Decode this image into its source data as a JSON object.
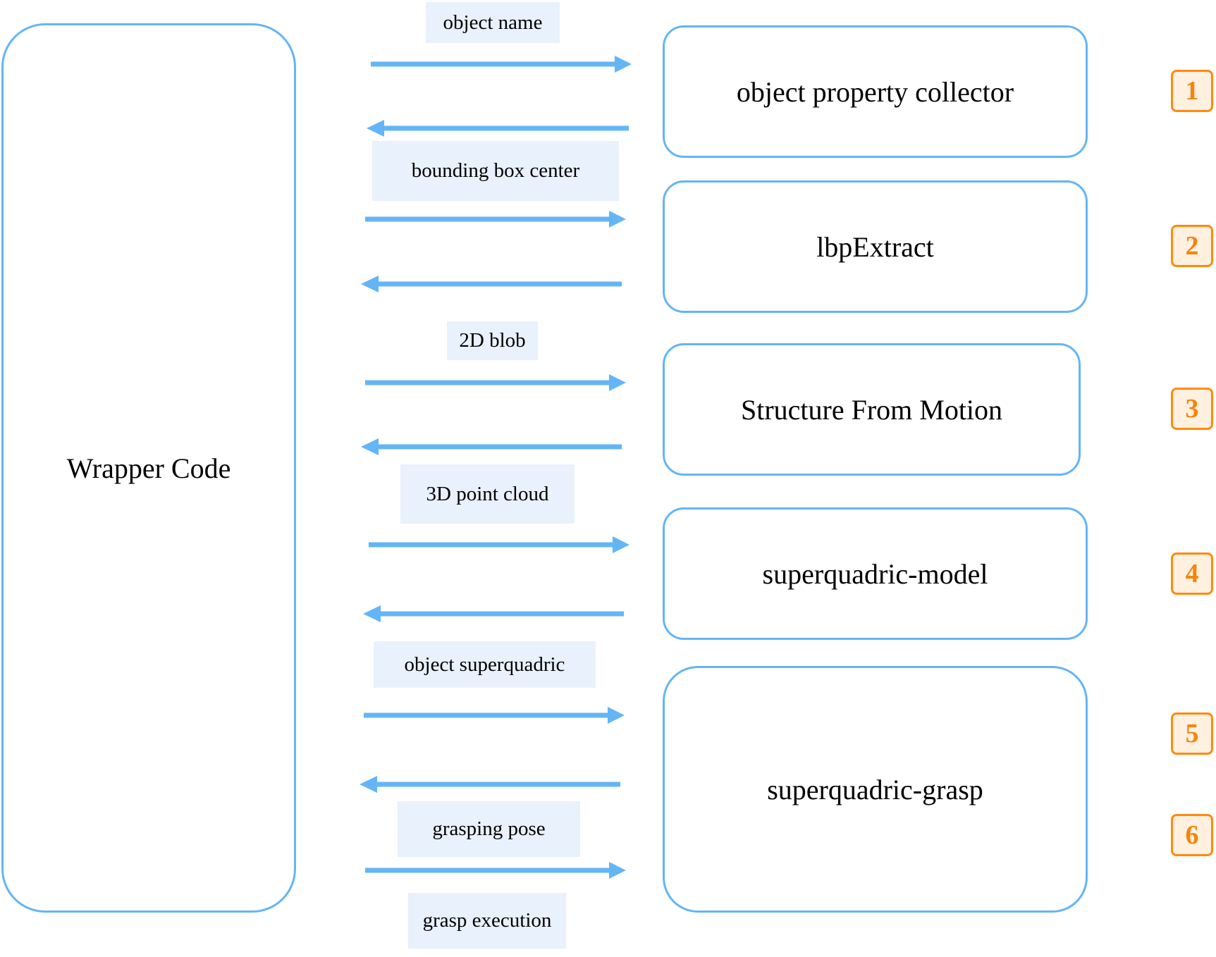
{
  "colors": {
    "box_border": "#64b5f6",
    "arrow": "#64b5f6",
    "label_background": "#e8f1fc",
    "badge_border": "#ff8a0d",
    "badge_fill": "#fff0e0",
    "badge_text": "#f5840b"
  },
  "wrapper": {
    "label": "Wrapper Code"
  },
  "modules": [
    {
      "label": "object property collector"
    },
    {
      "label": "lbpExtract"
    },
    {
      "label": "Structure From Motion"
    },
    {
      "label": "superquadric-model"
    },
    {
      "label": "superquadric-grasp"
    }
  ],
  "messages": {
    "object_name": "object name",
    "bounding_box_center": "bounding box center",
    "blob_2d": "2D blob",
    "point_cloud_3d": "3D point cloud",
    "object_superquadric": "object superquadric",
    "grasping_pose": "grasping pose",
    "grasp_execution": "grasp execution"
  },
  "badges": [
    "1",
    "2",
    "3",
    "4",
    "5",
    "6"
  ]
}
